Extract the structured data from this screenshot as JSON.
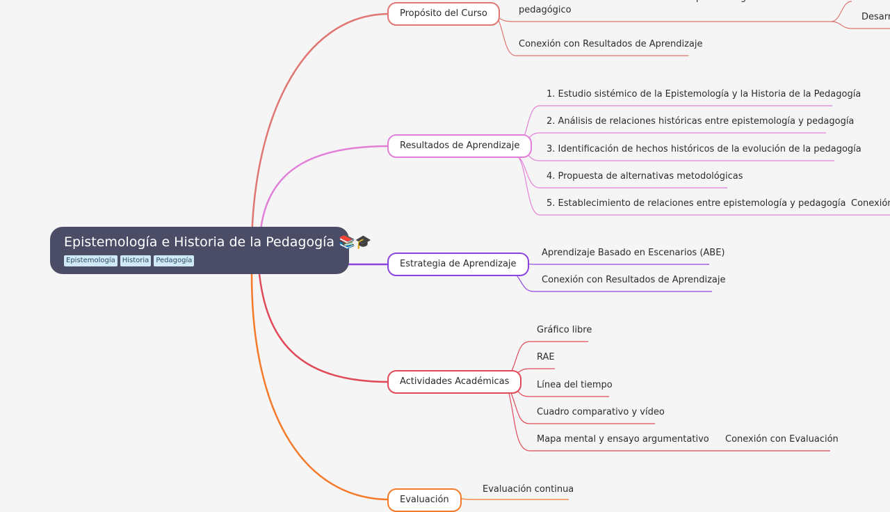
{
  "mindmap": {
    "root": {
      "title": "Epistemología e Historia de la Pedagogía",
      "emoji": "📚🎓",
      "tags": [
        "Epistemología",
        "Historia",
        "Pedagogía"
      ]
    },
    "branches": [
      {
        "label": "Propósito del Curso",
        "color": "#e07672",
        "items": [
          "Dar a conocer las distintas corrientes epistemológicas del discurso pedagógico",
          "Conexión con Resultados de Aprendizaje"
        ],
        "sub_items": [
          "Desarro"
        ]
      },
      {
        "label": "Resultados de Aprendizaje",
        "color": "#e27fd9",
        "items": [
          "1. Estudio sistémico de la Epistemología y la Historia de la Pedagogía",
          "2. Análisis de relaciones históricas entre epistemología y pedagogía",
          "3. Identificación de hechos históricos de la evolución de la pedagogía",
          "4. Propuesta de alternativas metodológicas",
          "5. Establecimiento de relaciones entre epistemología y pedagogía"
        ],
        "sub_items": [
          "Conexión"
        ]
      },
      {
        "label": "Estrategia de Aprendizaje",
        "color": "#8b44e0",
        "items": [
          "Aprendizaje Basado en Escenarios (ABE)",
          "Conexión con Resultados de Aprendizaje"
        ]
      },
      {
        "label": "Actividades Académicas",
        "color": "#e04a58",
        "items": [
          "Gráfico libre",
          "RAE",
          "Línea del tiempo",
          "Cuadro comparativo y vídeo",
          "Mapa mental y ensayo argumentativo"
        ],
        "sub_items": [
          "Conexión con Evaluación"
        ]
      },
      {
        "label": "Evaluación",
        "color": "#f47a2a",
        "items": [
          "Evaluación continua"
        ]
      }
    ]
  }
}
